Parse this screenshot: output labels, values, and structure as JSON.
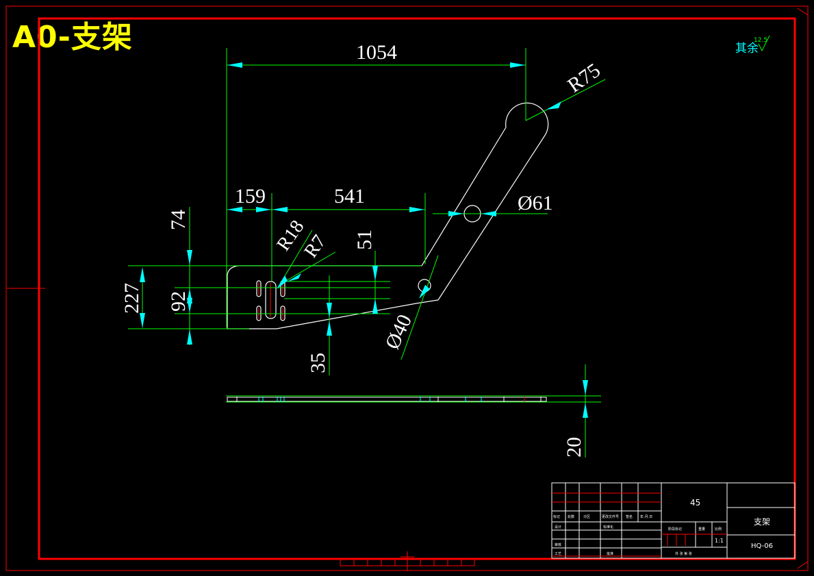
{
  "drawing_title": "A0-支架",
  "roughness": {
    "label": "其余",
    "value": "12.5"
  },
  "dimensions": {
    "overall_length": "1054",
    "end_radius": "R75",
    "pivot_hole": "Ø61",
    "offset_x": "159",
    "slot_span": "541",
    "slot_radius_outer": "R18",
    "slot_radius_inner": "R7",
    "top_step": "51",
    "top_offset": "74",
    "height_total": "227",
    "slot_pitch": "92",
    "bottom_step": "35",
    "small_hole": "Ø40",
    "thickness": "20"
  },
  "title_block": {
    "material": "45",
    "part_name": "支架",
    "drawing_no": "HQ-06",
    "scale": "1:1",
    "row_labels": [
      "标记",
      "处数",
      "分区",
      "更改文件号",
      "签名",
      "年.月.日"
    ],
    "design_label": "设计",
    "standard_label": "标准化",
    "review_label": "审核",
    "process_label": "工艺",
    "approve_label": "批准",
    "stage_label": "阶段标记",
    "weight_label": "重量",
    "scale_label": "比例",
    "sheets_label": "共 张 第 张"
  },
  "colors": {
    "frame": "#ff0000",
    "outline": "#ffffff",
    "dimension": "#00ff00",
    "arrow": "#00ffff",
    "title": "#ffff00"
  }
}
